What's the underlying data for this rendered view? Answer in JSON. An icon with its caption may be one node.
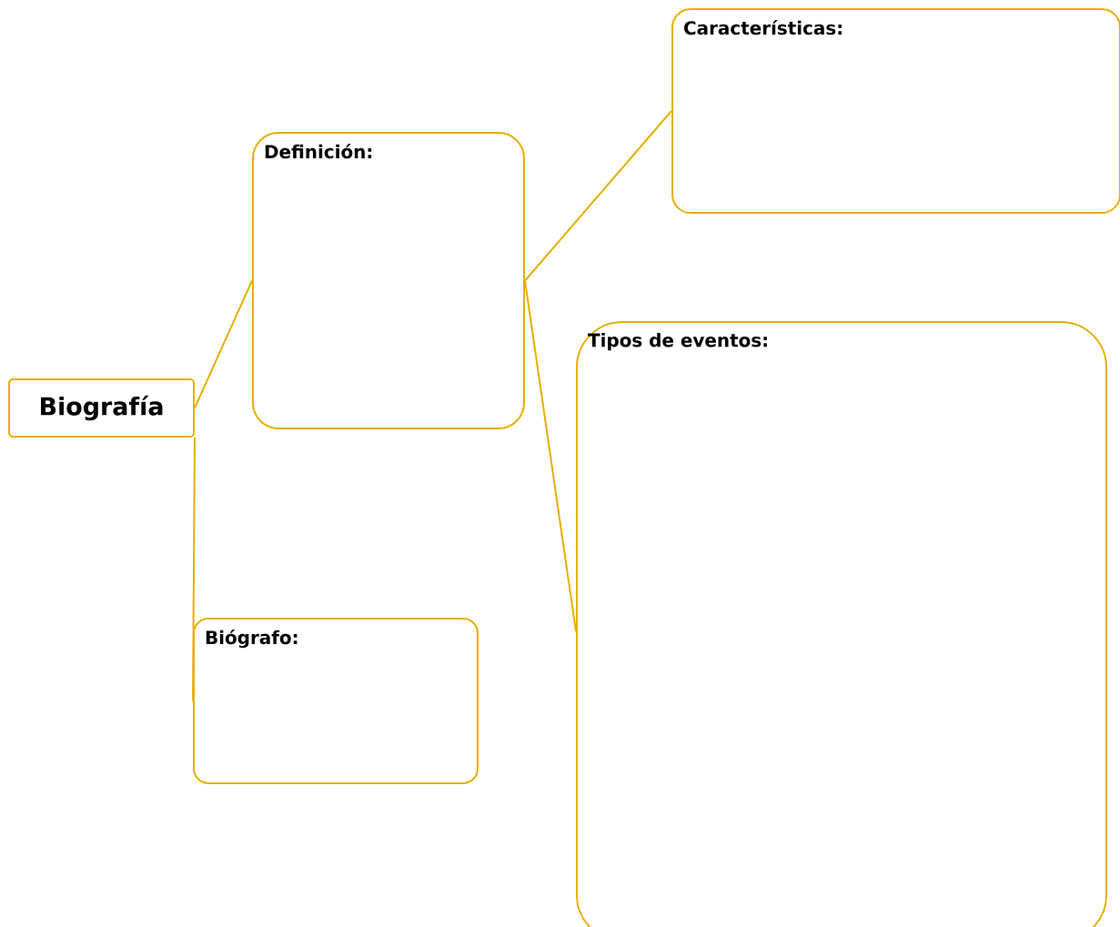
{
  "diagram": {
    "nodes": [
      {
        "text": [
          "Biografía"
        ]
      },
      {
        "text": [
          "Definición:"
        ]
      },
      {
        "text": [
          "Características:"
        ]
      },
      {
        "text": [
          "Tipos de eventos:"
        ]
      },
      {
        "text": [
          "Biógrafo:"
        ]
      }
    ],
    "edges": [
      {
        "from": 0,
        "to": 1,
        "arrow": "none"
      },
      {
        "from": 1,
        "to": 2,
        "arrow": "none"
      },
      {
        "from": 1,
        "to": 3,
        "arrow": "none"
      },
      {
        "from": 0,
        "to": 4,
        "arrow": "none"
      }
    ]
  }
}
